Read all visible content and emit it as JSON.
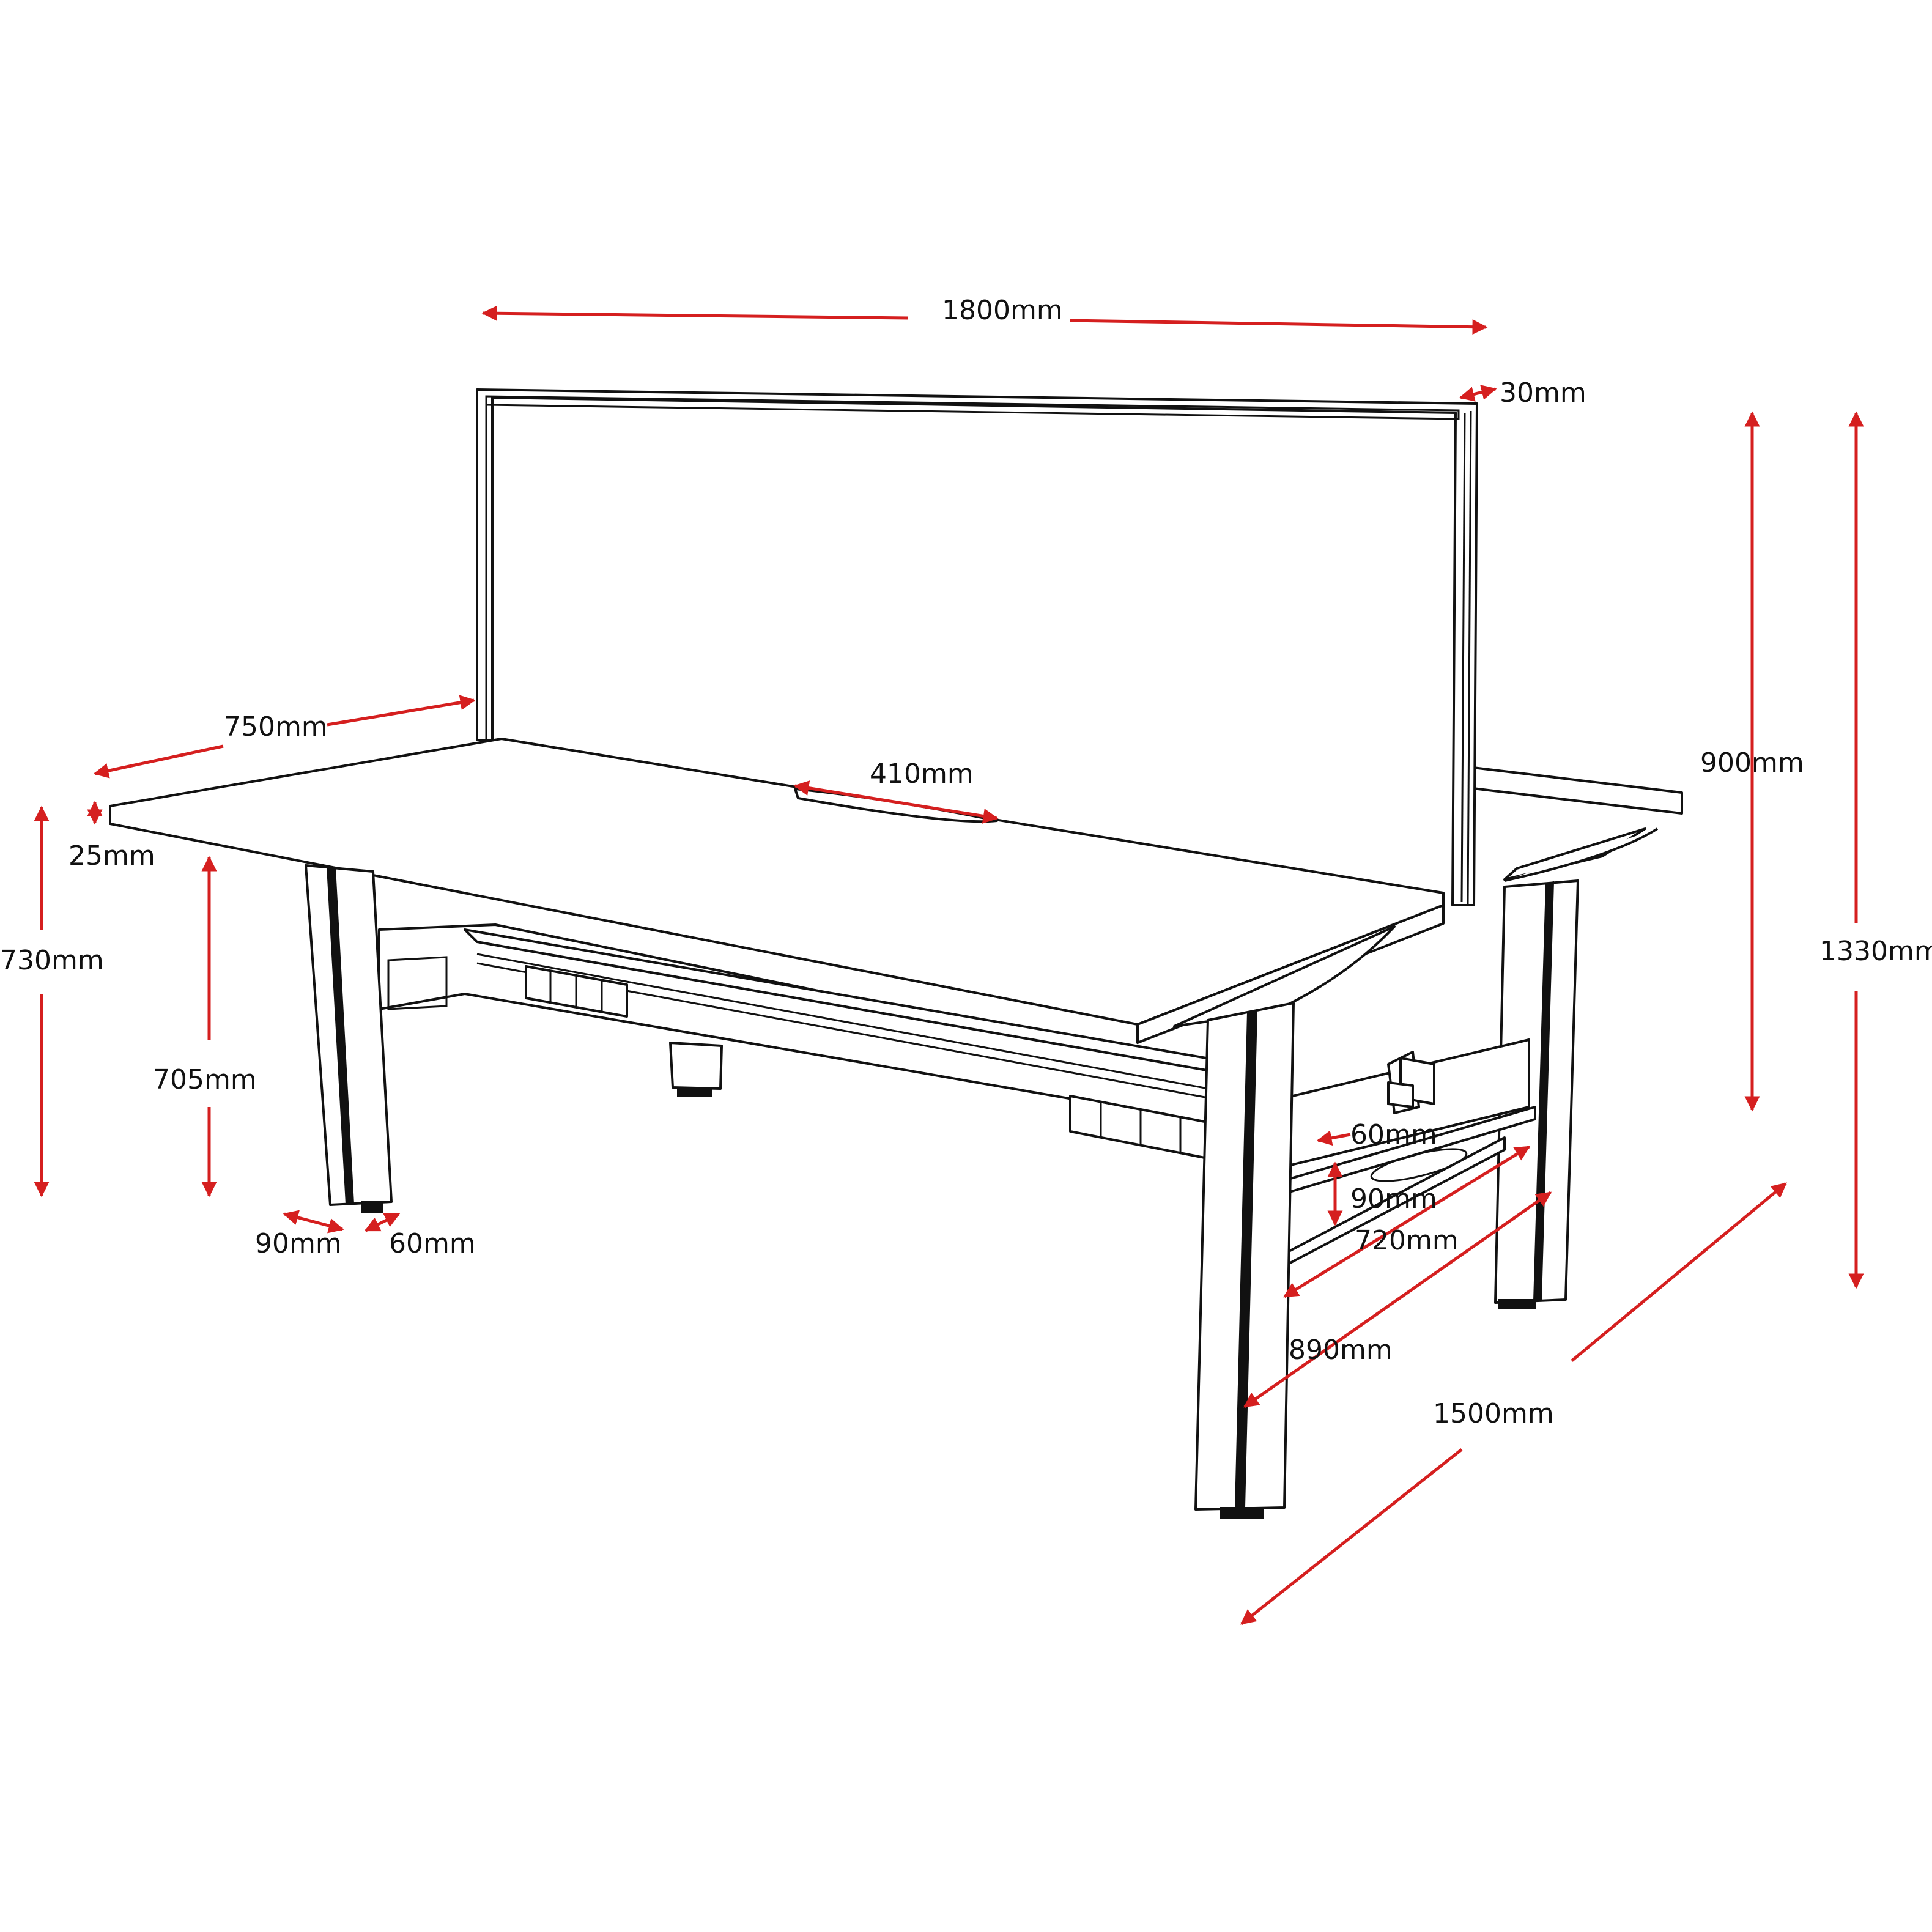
{
  "diagram": {
    "arrow_color": "#d51f1f",
    "line_color": "#111111",
    "dimensions": {
      "desk_width": "1800mm",
      "screen_thickness": "30mm",
      "desk_depth": "750mm",
      "cable_port_width": "410mm",
      "top_thickness": "25mm",
      "overall_height_desk": "730mm",
      "underside_height": "705mm",
      "leg_width": "90mm",
      "leg_depth": "60mm",
      "screen_height": "900mm",
      "overall_height_screen": "1330mm",
      "rail_depth": "60mm",
      "rail_height": "90mm",
      "foot_span_inner": "720mm",
      "foot_span_outer": "890mm",
      "overall_depth": "1500mm"
    }
  }
}
